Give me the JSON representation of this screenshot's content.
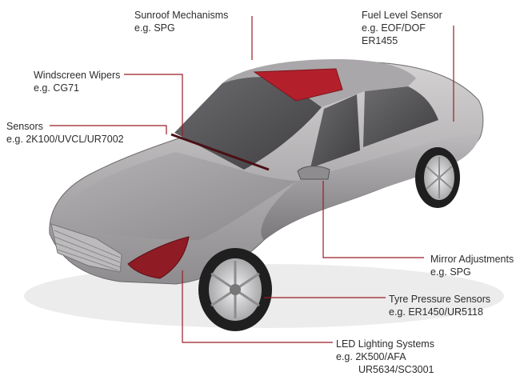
{
  "labels": {
    "sunroof": {
      "title": "Sunroof Mechanisms",
      "example": "e.g. SPG"
    },
    "fuel": {
      "title": "Fuel Level Sensor",
      "example": "e.g. EOF/DOF",
      "example2": "ER1455"
    },
    "wipers": {
      "title": "Windscreen Wipers",
      "example": "e.g. CG71"
    },
    "sensors": {
      "title": "Sensors",
      "example": "e.g. 2K100/UVCL/UR7002"
    },
    "mirror": {
      "title": "Mirror Adjustments",
      "example": "e.g. SPG"
    },
    "tyre": {
      "title": "Tyre Pressure Sensors",
      "example": "e.g. ER1450/UR5118"
    },
    "led": {
      "title": "LED Lighting Systems",
      "example": "e.g. 2K500/AFA",
      "example2": "UR5634/SC3001"
    }
  },
  "colors": {
    "leader": "#9a1c26",
    "sunroof_glass": "#b3202b",
    "taillight": "#8f1b24",
    "body_light": "#c9c7c8",
    "body_dark": "#7d7b7d",
    "glass": "#555457",
    "tyre": "#1f1f1f",
    "rim": "#d6d6d8"
  }
}
